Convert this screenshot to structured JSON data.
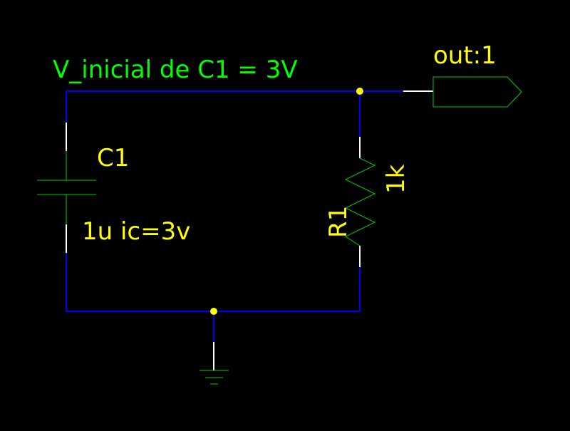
{
  "schematic": {
    "note": "V_inicial de C1 = 3V",
    "port_label": "out:1",
    "capacitor": {
      "designator": "C1",
      "value": "1u ic=3v"
    },
    "resistor": {
      "designator": "R1",
      "value": "1k"
    }
  },
  "colors": {
    "background": "#000000",
    "wire": "#0000ff",
    "pin": "#ffffff",
    "component": "#00cc00",
    "note_text": "#00ff00",
    "label_text": "#ffff00",
    "junction": "#ffff00"
  }
}
